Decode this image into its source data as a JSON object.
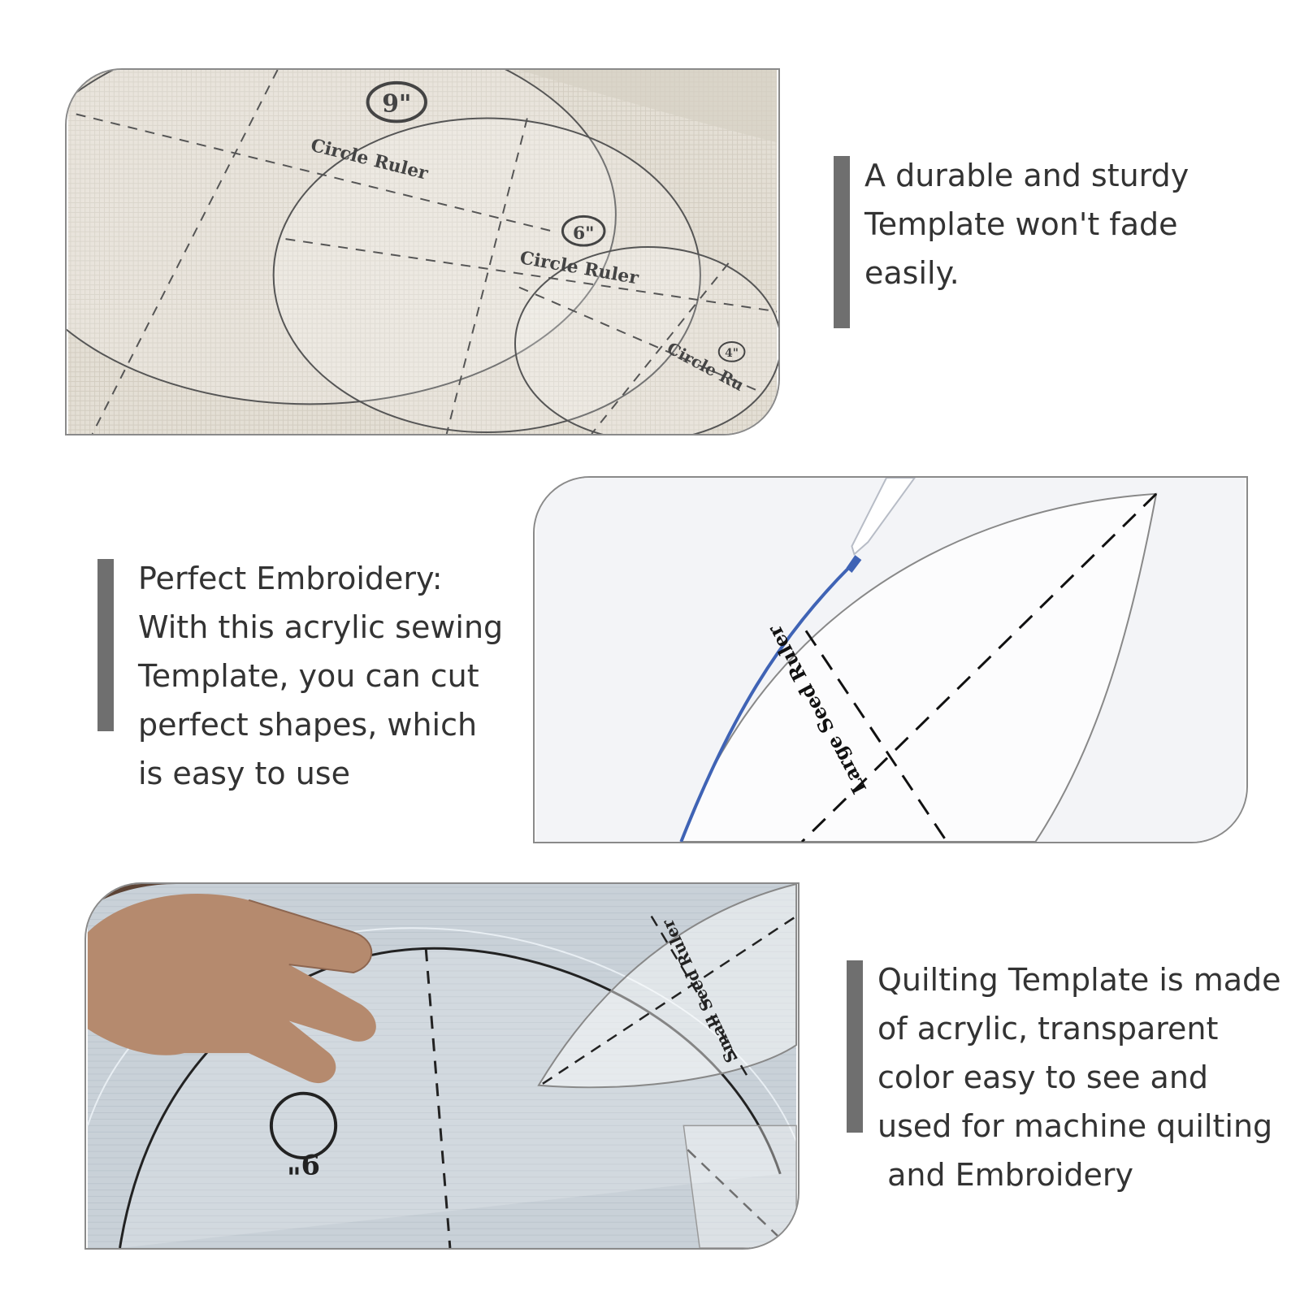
{
  "features": [
    {
      "lines": [
        "A durable and sturdy",
        "Template won't fade",
        "easily."
      ]
    },
    {
      "lines": [
        "Perfect Embroidery:",
        "With this acrylic sewing",
        "Template, you can cut",
        "perfect shapes, which",
        "is easy to use"
      ]
    },
    {
      "lines": [
        "Quilting Template is made",
        "of acrylic, transparent",
        "color easy to see and",
        "used for machine quilting",
        " and Embroidery"
      ]
    }
  ],
  "photo1": {
    "labels": {
      "size_9": "9\"",
      "size_6": "6\"",
      "size_4": "4\"",
      "ruler_a": "Circle Ruler",
      "ruler_b": "Circle Ruler",
      "ruler_c": "Circle Ru"
    }
  },
  "photo2": {
    "labels": {
      "ruler": "Large Seed Ruler"
    }
  },
  "photo3": {
    "labels": {
      "size_9": "9\"",
      "ruler": "Small Seed Ruler"
    }
  },
  "colors": {
    "accent_bar": "#6f6f6f",
    "text": "#333333",
    "panel_border": "#8a8a8a",
    "linen": "#e2ddd3",
    "paper": "#f3f4f7",
    "denim": "#c7cfd6",
    "marker_line": "#3f63b5"
  }
}
